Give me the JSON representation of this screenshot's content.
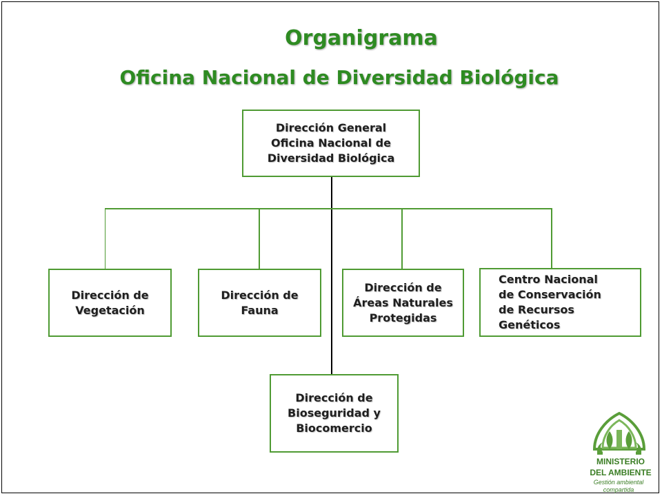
{
  "title": "Organigrama",
  "subtitle": "Oficina Nacional de Diversidad Biológica",
  "nodes": {
    "top": "Dirección General\nOficina Nacional de\nDiversidad Biológica",
    "vegetacion": "Dirección de\nVegetación",
    "fauna": "Dirección de\nFauna",
    "areas": "Dirección de\nÁreas Naturales\nProtegidas",
    "centro": "Centro Nacional\nde  Conservación\nde Recursos\nGenéticos",
    "bioseguridad": "Dirección de\nBioseguridad y\nBiocomercio"
  },
  "logo": {
    "line1": "MINISTERIO",
    "line2": "DEL AMBIENTE",
    "tagline": "Gestión ambiental compartida"
  },
  "colors": {
    "title": "#2e8b22",
    "box_border": "#4e9a32",
    "connector": "#4e9a32",
    "spine": "#000000"
  }
}
